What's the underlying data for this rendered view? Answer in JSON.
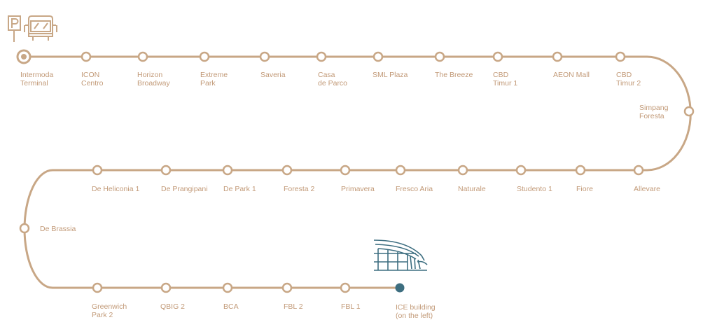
{
  "colors": {
    "route": "#c8a786",
    "label": "#c29a78",
    "terminal_dot": "#c8a786",
    "destination_dot": "#3d6e80",
    "building_icon": "#3d6e80",
    "background": "#ffffff"
  },
  "icons": {
    "parking": "parking-sign-icon",
    "bus": "bus-icon",
    "building": "ice-building-icon"
  },
  "stops": [
    {
      "id": "intermoda-terminal",
      "lines": [
        "Intermoda",
        "Terminal"
      ],
      "type": "start"
    },
    {
      "id": "icon-centro",
      "lines": [
        "ICON",
        "Centro"
      ]
    },
    {
      "id": "horizon-broadway",
      "lines": [
        "Horizon",
        "Broadway"
      ]
    },
    {
      "id": "extreme-park",
      "lines": [
        "Extreme",
        "Park"
      ]
    },
    {
      "id": "saveria",
      "lines": [
        "Saveria"
      ]
    },
    {
      "id": "casa-de-parco",
      "lines": [
        "Casa",
        "de Parco"
      ]
    },
    {
      "id": "sml-plaza",
      "lines": [
        "SML Plaza"
      ]
    },
    {
      "id": "the-breeze",
      "lines": [
        "The Breeze"
      ]
    },
    {
      "id": "cbd-timur-1",
      "lines": [
        "CBD",
        "Timur 1"
      ]
    },
    {
      "id": "aeon-mall",
      "lines": [
        "AEON Mall"
      ]
    },
    {
      "id": "cbd-timur-2",
      "lines": [
        "CBD",
        "Timur 2"
      ]
    },
    {
      "id": "simpang-foresta",
      "lines": [
        "Simpang",
        "Foresta"
      ]
    },
    {
      "id": "allevare",
      "lines": [
        "Allevare"
      ]
    },
    {
      "id": "fiore",
      "lines": [
        "Fiore"
      ]
    },
    {
      "id": "studento-1",
      "lines": [
        "Studento 1"
      ]
    },
    {
      "id": "naturale",
      "lines": [
        "Naturale"
      ]
    },
    {
      "id": "fresco-aria",
      "lines": [
        "Fresco Aria"
      ]
    },
    {
      "id": "primavera",
      "lines": [
        "Primavera"
      ]
    },
    {
      "id": "foresta-2",
      "lines": [
        "Foresta 2"
      ]
    },
    {
      "id": "de-park-1",
      "lines": [
        "De Park 1"
      ]
    },
    {
      "id": "de-prangipani",
      "lines": [
        "De Prangipani"
      ]
    },
    {
      "id": "de-heliconia-1",
      "lines": [
        "De Heliconia 1"
      ]
    },
    {
      "id": "de-brassia",
      "lines": [
        "De Brassia"
      ]
    },
    {
      "id": "greenwich-park-2",
      "lines": [
        "Greenwich",
        "Park 2"
      ]
    },
    {
      "id": "qbig-2",
      "lines": [
        "QBIG 2"
      ]
    },
    {
      "id": "bca",
      "lines": [
        "BCA"
      ]
    },
    {
      "id": "fbl-2",
      "lines": [
        "FBL 2"
      ]
    },
    {
      "id": "fbl-1",
      "lines": [
        "FBL 1"
      ]
    },
    {
      "id": "ice-building",
      "lines": [
        "ICE building",
        "(on the left)"
      ],
      "type": "end"
    }
  ]
}
